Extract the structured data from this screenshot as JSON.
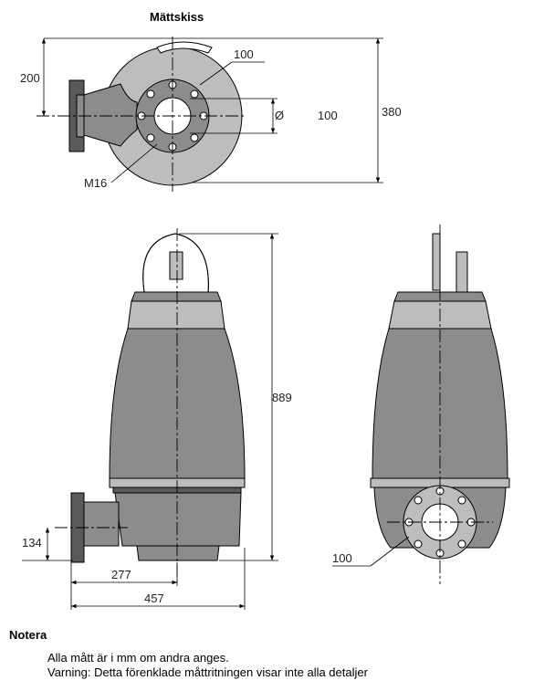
{
  "title": "Mättskiss",
  "top_view": {
    "dim_200": "200",
    "dim_100_flange": "100",
    "dim_phi": "Ø",
    "dim_100_dia": "100",
    "dim_380": "380",
    "bolt": "M16"
  },
  "side_view": {
    "dim_889": "889",
    "dim_134": "134",
    "dim_277": "277",
    "dim_457": "457"
  },
  "front_view": {
    "dim_100": "100"
  },
  "notes": {
    "heading": "Notera",
    "line1": "Alla mått är i mm om andra anges.",
    "line2": "Varning: Detta förenklade måttritningen visar inte alla detaljer"
  },
  "colors": {
    "body_gray": "#8c8c8c",
    "dark_gray": "#5a5a5a",
    "light_gray": "#bdbdbd"
  }
}
